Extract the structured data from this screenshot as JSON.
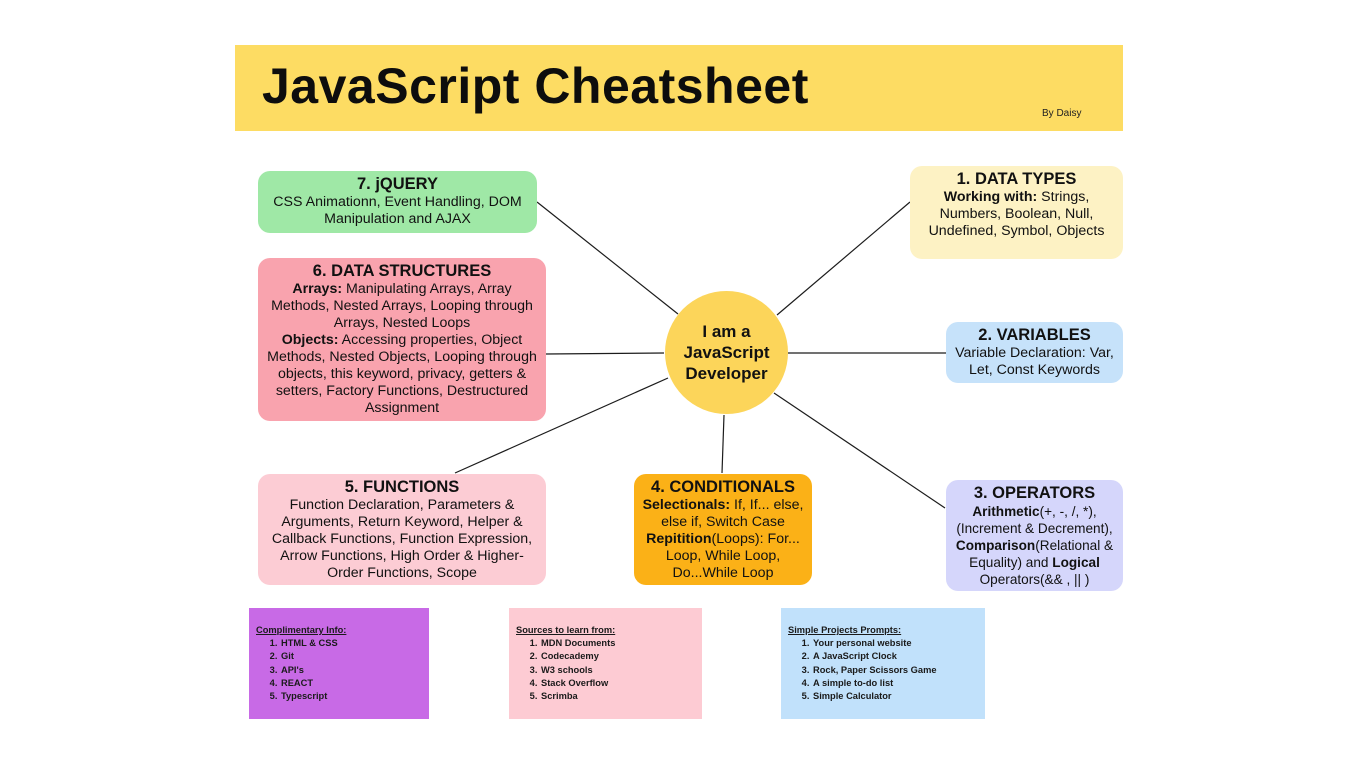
{
  "header": {
    "title": "JavaScript Cheatsheet",
    "byline": "By Daisy",
    "background": "#fddc63"
  },
  "center": {
    "lines": [
      "I am a",
      "JavaScript",
      "Developer"
    ],
    "color": "#fcd55a"
  },
  "topics": {
    "data_types": {
      "title": "1. DATA TYPES",
      "bold_lead": "Working with:",
      "text": " Strings, Numbers, Boolean, Null, Undefined, Symbol, Objects",
      "color": "#fdf2c4"
    },
    "variables": {
      "title": "2. VARIABLES",
      "text": "Variable Declaration: Var, Let, Const Keywords",
      "color": "#c6e2fa"
    },
    "operators": {
      "title": "3. OPERATORS",
      "bold_1": "Arithmetic",
      "text_1": "(+, -, /, *), (Increment & Decrement),",
      "bold_2": "Comparison",
      "text_2": "(Relational & Equality) and ",
      "bold_3": "Logical",
      "text_3": " Operators(&& , || )",
      "color": "#d5d6fb"
    },
    "conditionals": {
      "title": "4. CONDITIONALS",
      "bold_1": "Selectionals:",
      "text_1": " If, If... else, else if, Switch Case",
      "bold_2": "Repitition",
      "text_2": "(Loops): For... Loop, While Loop, Do...While Loop",
      "color": "#fbb117"
    },
    "functions": {
      "title": "5. FUNCTIONS",
      "text": "Function Declaration, Parameters & Arguments, Return Keyword, Helper & Callback Functions, Function Expression, Arrow Functions, High Order & Higher-Order Functions, Scope",
      "color": "#fcccd4"
    },
    "data_structures": {
      "title": "6. DATA STRUCTURES",
      "bold_1": "Arrays:",
      "text_1": " Manipulating Arrays, Array Methods, Nested Arrays, Looping through Arrays, Nested Loops",
      "bold_2": "Objects:",
      "text_2": " Accessing properties, Object Methods, Nested Objects, Looping through objects, this keyword, privacy, getters & setters, Factory Functions, Destructured Assignment",
      "color": "#f9a3ae"
    },
    "jquery": {
      "title": "7. jQUERY",
      "text": "CSS Animationn, Event Handling, DOM Manipulation and AJAX",
      "color": "#9fe8a6"
    }
  },
  "notes": {
    "complimentary": {
      "heading": "Complimentary Info:",
      "items": [
        "HTML & CSS",
        "Git",
        "API's",
        "REACT",
        "Typescript"
      ],
      "color": "#c86ae6"
    },
    "sources": {
      "heading": "Sources to learn from:",
      "items": [
        "MDN Documents",
        "Codecademy",
        "W3 schools",
        "Stack Overflow",
        "Scrimba"
      ],
      "color": "#fdcbd3"
    },
    "projects": {
      "heading": "Simple Projects Prompts:",
      "items": [
        "Your personal website",
        "A JavaScript Clock",
        "Rock, Paper Scissors Game",
        "A simple to-do list",
        "Simple Calculator"
      ],
      "color": "#c1e1fb"
    }
  }
}
